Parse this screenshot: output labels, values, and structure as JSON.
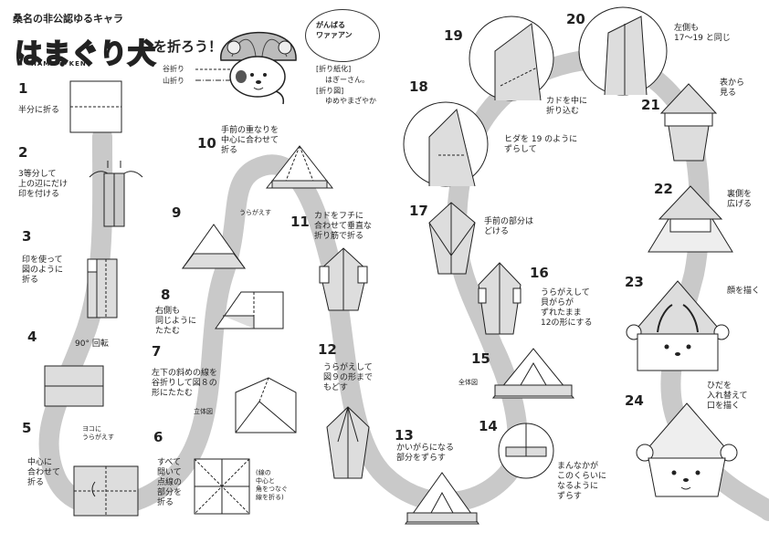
{
  "header": {
    "subtitle": "桑名の非公認ゆるキャラ",
    "title_main": "はまぐり犬",
    "title_suffix": "を折ろう！",
    "brand": "HAMA ● KEN",
    "speech": "がんばる\nワァァアン"
  },
  "legend": {
    "valley": "谷折り",
    "mountain": "山折り",
    "credit_paper_label": "[折り紙化]",
    "credit_paper_name": "はぎーさん。",
    "credit_diagram_label": "[折り図]",
    "credit_diagram_name": "ゆめやまざやか"
  },
  "steps": [
    {
      "num": "1",
      "text": "半分に折る"
    },
    {
      "num": "2",
      "text": "3等分して\n上の辺にだけ\n印を付ける"
    },
    {
      "num": "3",
      "text": "印を使って\n図のように\n折る"
    },
    {
      "num": "4",
      "text": "90° 回転"
    },
    {
      "num": "5",
      "text": "中心に\n合わせて\n折る",
      "note": "ヨコに\nうらがえす"
    },
    {
      "num": "6",
      "text": "すべて\n開いて\n点線の\n部分を\n折る",
      "note": "(線の\n中心と\n角をつなぐ\n線を折る)"
    },
    {
      "num": "7",
      "text": "左下の斜めの線を\n谷折りして図８の\n形にたたむ",
      "note": "立体図"
    },
    {
      "num": "8",
      "text": "右側も\n同じように\nたたむ"
    },
    {
      "num": "9",
      "text": "",
      "note": "うらがえす"
    },
    {
      "num": "10",
      "text": "手前の重なりを\n中心に合わせて\n折る"
    },
    {
      "num": "11",
      "text": "カドをフチに\n合わせて垂直な\n折り筋で折る"
    },
    {
      "num": "12",
      "text": "うらがえして\n図９の形まで\nもどす"
    },
    {
      "num": "13",
      "text": "かいがらになる\n部分をずらす"
    },
    {
      "num": "14",
      "text": "まんなかが\nこのくらいに\nなるように\nずらす"
    },
    {
      "num": "15",
      "text": "",
      "note": "全体図"
    },
    {
      "num": "16",
      "text": "うらがえして\n貝がらが\nずれたまま\n12の形にする"
    },
    {
      "num": "17",
      "text": "手前の部分は\nどける"
    },
    {
      "num": "18",
      "text": "ヒダを 19 のように\nずらして"
    },
    {
      "num": "19",
      "text": "カドを中に\n折り込む"
    },
    {
      "num": "20",
      "text": "左側も\n17〜19 と同じ"
    },
    {
      "num": "21",
      "text": "表から\n見る"
    },
    {
      "num": "22",
      "text": "裏側を\n広げる"
    },
    {
      "num": "23",
      "text": "顔を描く"
    },
    {
      "num": "24",
      "text": "ひだを\n入れ替えて\n口を描く"
    }
  ]
}
